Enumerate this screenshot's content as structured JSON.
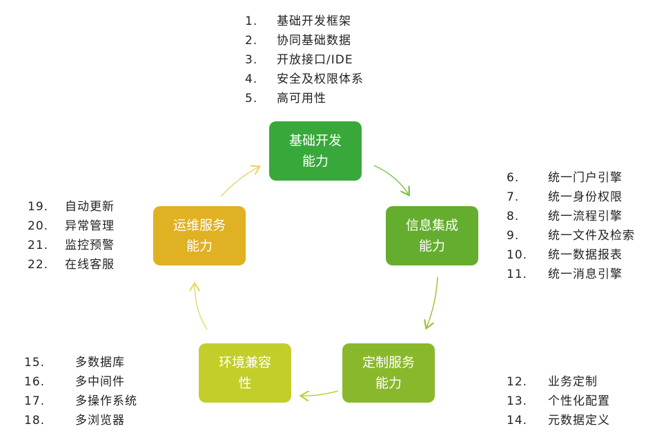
{
  "nodes": {
    "base": {
      "line1": "基础开发",
      "line2": "能力",
      "color": "#39a83a"
    },
    "info": {
      "line1": "信息集成",
      "line2": "能力",
      "color": "#64ad2e"
    },
    "custom": {
      "line1": "定制服务",
      "line2": "能力",
      "color": "#8ab82d"
    },
    "env": {
      "line1": "环境兼容",
      "line2": "性",
      "color": "#c3ce2a"
    },
    "ops": {
      "line1": "运维服务",
      "line2": "能力",
      "color": "#e0b122"
    }
  },
  "lists": {
    "base": [
      {
        "num": "1.",
        "text": "基础开发框架"
      },
      {
        "num": "2.",
        "text": "协同基础数据"
      },
      {
        "num": "3.",
        "text": "开放接口/IDE"
      },
      {
        "num": "4.",
        "text": "安全及权限体系"
      },
      {
        "num": "5.",
        "text": "高可用性"
      }
    ],
    "info": [
      {
        "num": "6.",
        "text": "统一门户引擎"
      },
      {
        "num": "7.",
        "text": "统一身份权限"
      },
      {
        "num": "8.",
        "text": "统一流程引擎"
      },
      {
        "num": "9.",
        "text": "统一文件及检索"
      },
      {
        "num": "10.",
        "text": "统一数据报表"
      },
      {
        "num": "11.",
        "text": "统一消息引擎"
      }
    ],
    "custom": [
      {
        "num": "12.",
        "text": "业务定制"
      },
      {
        "num": "13.",
        "text": "个性化配置"
      },
      {
        "num": "14.",
        "text": "元数据定义"
      }
    ],
    "env": [
      {
        "num": "15.",
        "text": "多数据库"
      },
      {
        "num": "16.",
        "text": "多中间件"
      },
      {
        "num": "17.",
        "text": "多操作系统"
      },
      {
        "num": "18.",
        "text": "多浏览器"
      }
    ],
    "ops": [
      {
        "num": "19.",
        "text": "自动更新"
      },
      {
        "num": "20.",
        "text": "异常管理"
      },
      {
        "num": "21.",
        "text": "监控预警"
      },
      {
        "num": "22.",
        "text": "在线客服"
      }
    ]
  },
  "arrow_colors": {
    "base_to_info": "#7ec24a",
    "info_to_custom": "#9cc43a",
    "custom_to_env": "#c0cf3a",
    "env_to_ops": "#e2dc6a",
    "ops_to_base": "#ecd470"
  }
}
